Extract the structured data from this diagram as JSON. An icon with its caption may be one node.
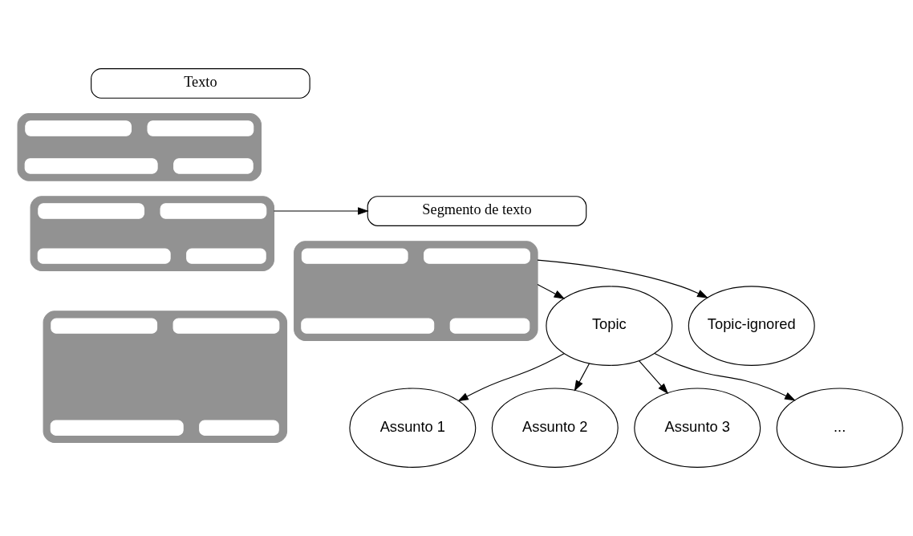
{
  "diagram": {
    "nodes": [
      {
        "text": [
          "Texto"
        ]
      },
      {
        "text": [],
        "shape": "box"
      },
      {
        "text": [],
        "shape": "bar",
        "in": 1
      },
      {
        "text": [],
        "shape": "bar",
        "in": 1
      },
      {
        "text": [],
        "shape": "bar",
        "in": 1
      },
      {
        "text": [],
        "shape": "bar",
        "in": 1
      },
      {
        "text": [],
        "shape": "box"
      },
      {
        "text": [],
        "shape": "bar",
        "in": 6
      },
      {
        "text": [],
        "shape": "bar",
        "in": 6
      },
      {
        "text": [],
        "shape": "bar",
        "in": 6
      },
      {
        "text": [],
        "shape": "bar",
        "in": 6
      },
      {
        "text": [],
        "shape": "box"
      },
      {
        "text": [],
        "shape": "bar",
        "in": 11
      },
      {
        "text": [],
        "shape": "bar",
        "in": 11
      },
      {
        "text": [],
        "shape": "bar",
        "in": 11
      },
      {
        "text": [],
        "shape": "bar",
        "in": 11
      },
      {
        "text": [
          "Segmento de texto"
        ]
      },
      {
        "text": [],
        "shape": "box"
      },
      {
        "text": [],
        "shape": "bar",
        "in": 17
      },
      {
        "text": [],
        "shape": "bar",
        "in": 17
      },
      {
        "text": [],
        "shape": "bar",
        "in": 17
      },
      {
        "text": [],
        "shape": "bar",
        "in": 17
      },
      {
        "text": [
          "Topic"
        ]
      },
      {
        "text": [
          "Topic-ignored"
        ]
      },
      {
        "text": [
          "Assunto 1"
        ]
      },
      {
        "text": [
          "Assunto 2"
        ]
      },
      {
        "text": [
          "Assunto 3"
        ]
      },
      {
        "text": [
          "..."
        ]
      }
    ],
    "edges": [
      {
        "from": 6,
        "to": 16,
        "arrow": "to"
      },
      {
        "from": 17,
        "to": 22,
        "arrow": "to"
      },
      {
        "from": 17,
        "to": 23,
        "arrow": "to"
      },
      {
        "from": 22,
        "to": 24,
        "arrow": "to"
      },
      {
        "from": 22,
        "to": 25,
        "arrow": "to"
      },
      {
        "from": 22,
        "to": 26,
        "arrow": "to"
      },
      {
        "from": 22,
        "to": 27,
        "arrow": "to"
      }
    ]
  }
}
